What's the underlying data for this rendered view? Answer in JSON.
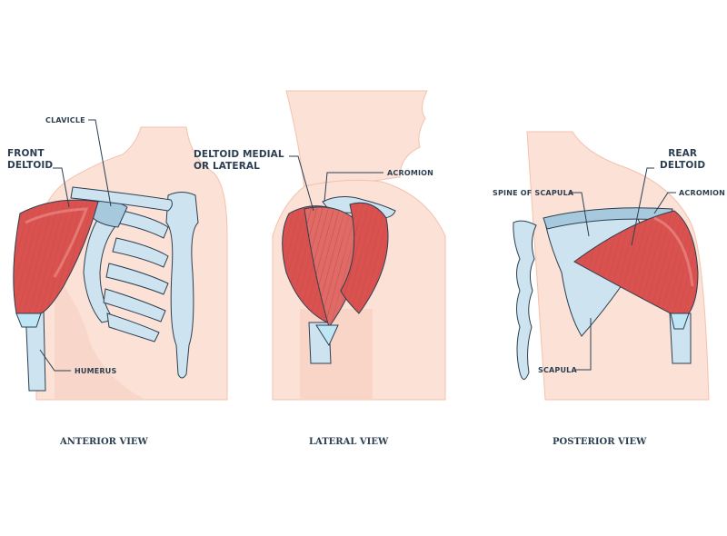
{
  "colors": {
    "skin": "#fbe1d6",
    "skin_dark": "#f3c2ad",
    "muscle": "#d9524f",
    "muscle_light": "#ea8a86",
    "bone": "#cde3f0",
    "bone_shadow": "#a6c9de",
    "tendon": "#bfe6f4",
    "outline": "#2c3f52"
  },
  "anterior": {
    "view_label": "ANTERIOR VIEW",
    "front_deltoid_line1": "FRONT",
    "front_deltoid_line2": "DELTOID",
    "clavicle": "CLAVICLE",
    "humerus": "HUMERUS"
  },
  "lateral": {
    "view_label": "LATERAL VIEW",
    "deltoid_line1": "DELTOID MEDIAL",
    "deltoid_line2": "OR LATERAL",
    "acromion": "ACROMION"
  },
  "posterior": {
    "view_label": "POSTERIOR VIEW",
    "rear_deltoid_line1": "REAR",
    "rear_deltoid_line2": "DELTOID",
    "spine_of_scapula": "SPINE OF SCAPULA",
    "acromion": "ACROMION",
    "scapula": "SCAPULA"
  }
}
